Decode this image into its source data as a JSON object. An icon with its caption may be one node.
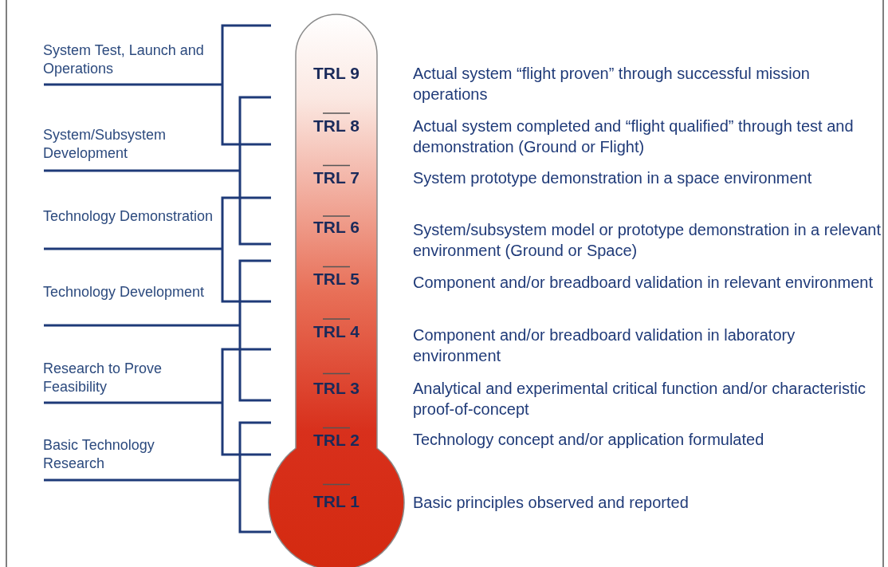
{
  "diagram": {
    "nodes": [
      {
        "text": [
          "TRL 9",
          "TRL 8",
          "TRL 7",
          "TRL 6",
          "TRL 5",
          "TRL 4",
          "TRL 3",
          "TRL 2",
          "TRL 1"
        ]
      }
    ],
    "edges": [],
    "labels": [
      "System Test, Launch and Operations",
      "System/Subsystem Development",
      "Technology Demonstration",
      "Technology Development",
      "Research to Prove Feasibility",
      "Basic Technology Research",
      "Actual system “flight proven” through successful mission operations",
      "Actual system completed and “flight qualified” through test and demonstration (Ground or Flight)",
      "System prototype demonstration in a space environment",
      "System/subsystem model or prototype demonstration in a relevant environment (Ground or Space)",
      "Component and/or breadboard validation in relevant environment",
      "Component and/or breadboard validation in laboratory environment",
      "Analytical and experimental critical function and/or characteristic proof-of-concept",
      "Technology concept and/or application formulated",
      "Basic principles observed and reported"
    ]
  }
}
